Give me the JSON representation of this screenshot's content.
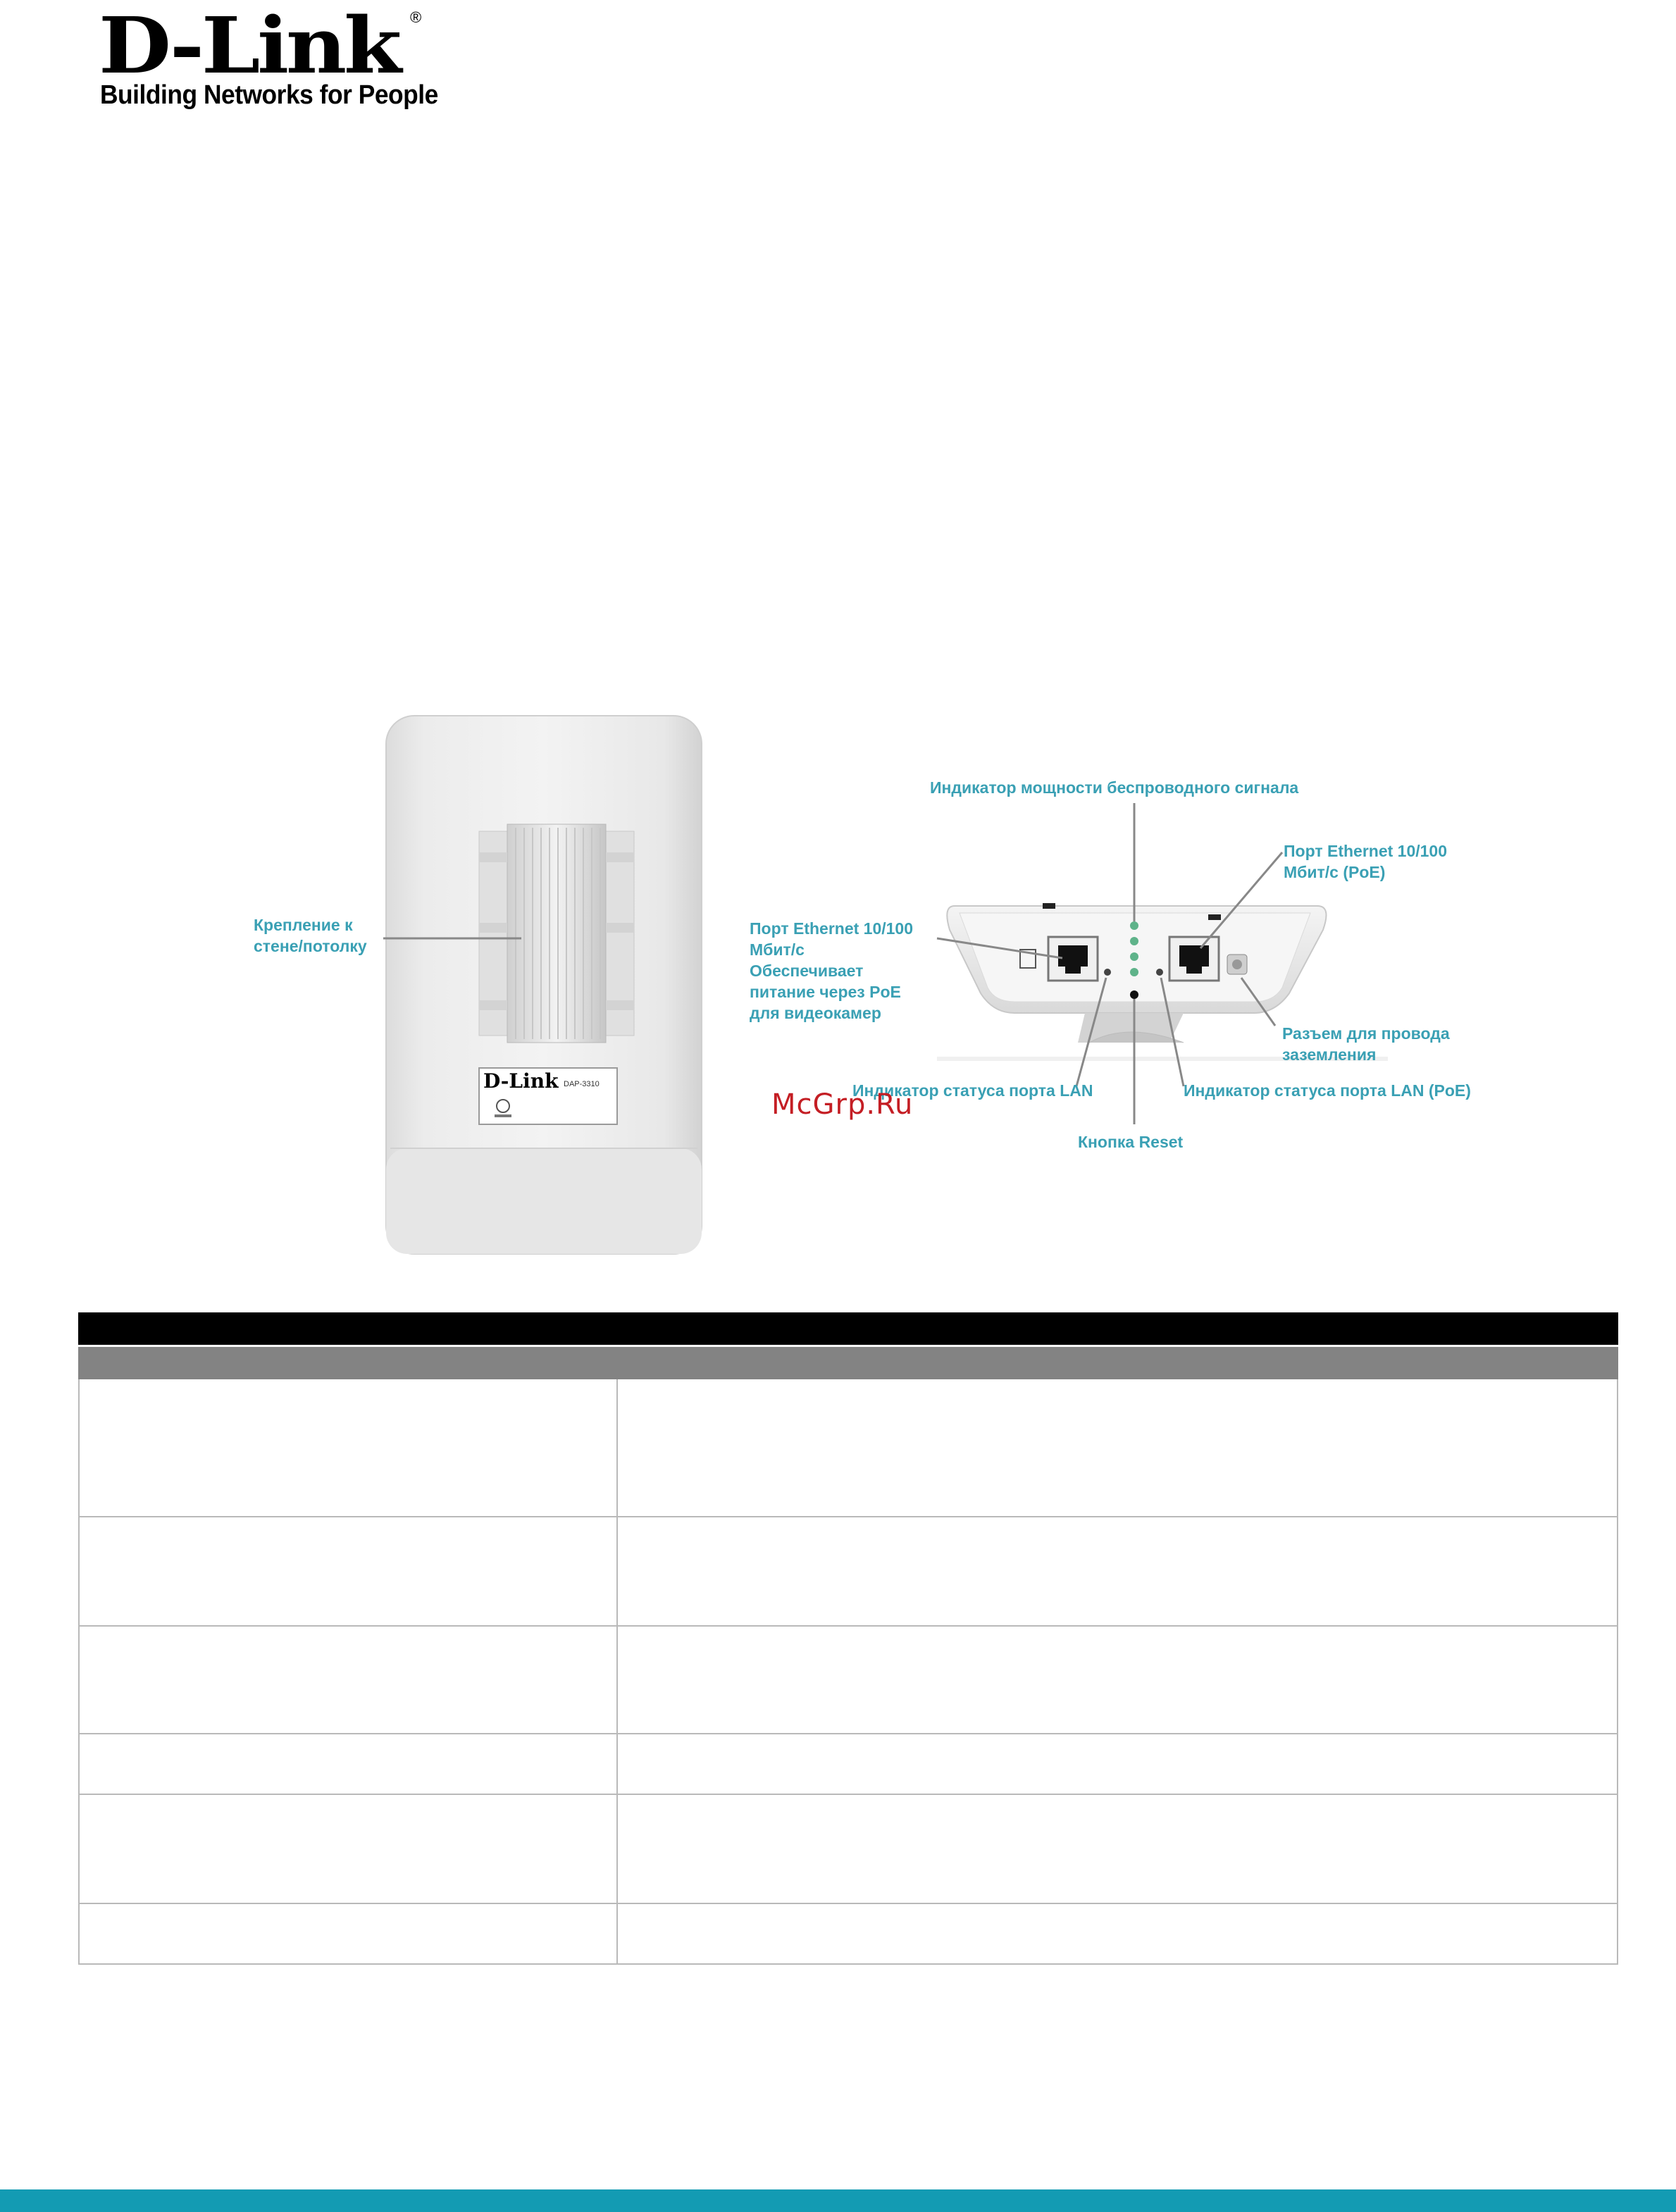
{
  "logo": {
    "brand": "D-Link",
    "registered": "®",
    "tagline": "Building Networks for People"
  },
  "figure": {
    "label_brand": "D-Link",
    "label_model": "DAP-3310",
    "callouts": {
      "mount": "Крепление к\nстене/потолку",
      "signal": "Индикатор мощности беспроводного сигнала",
      "eth_poe": "Порт Ethernet 10/100\nМбит/с (PoE)",
      "eth_cam": "Порт Ethernet 10/100\nМбит/с\nОбеспечивает\nпитание через PoE\nдля видеокамер",
      "ground": "Разъем для провода\nзаземления",
      "lan_led": "Индикатор статуса порта LAN",
      "lan_poe_led": "Индикатор статуса порта LAN (PoE)",
      "reset": "Кнопка Reset"
    }
  },
  "watermark": "McGrp.Ru",
  "colors": {
    "callout": "#3aa0b4",
    "table_header": "#000000",
    "table_subheader": "#838383",
    "footer_bar": "#139bb3",
    "watermark": "#c41e24"
  }
}
